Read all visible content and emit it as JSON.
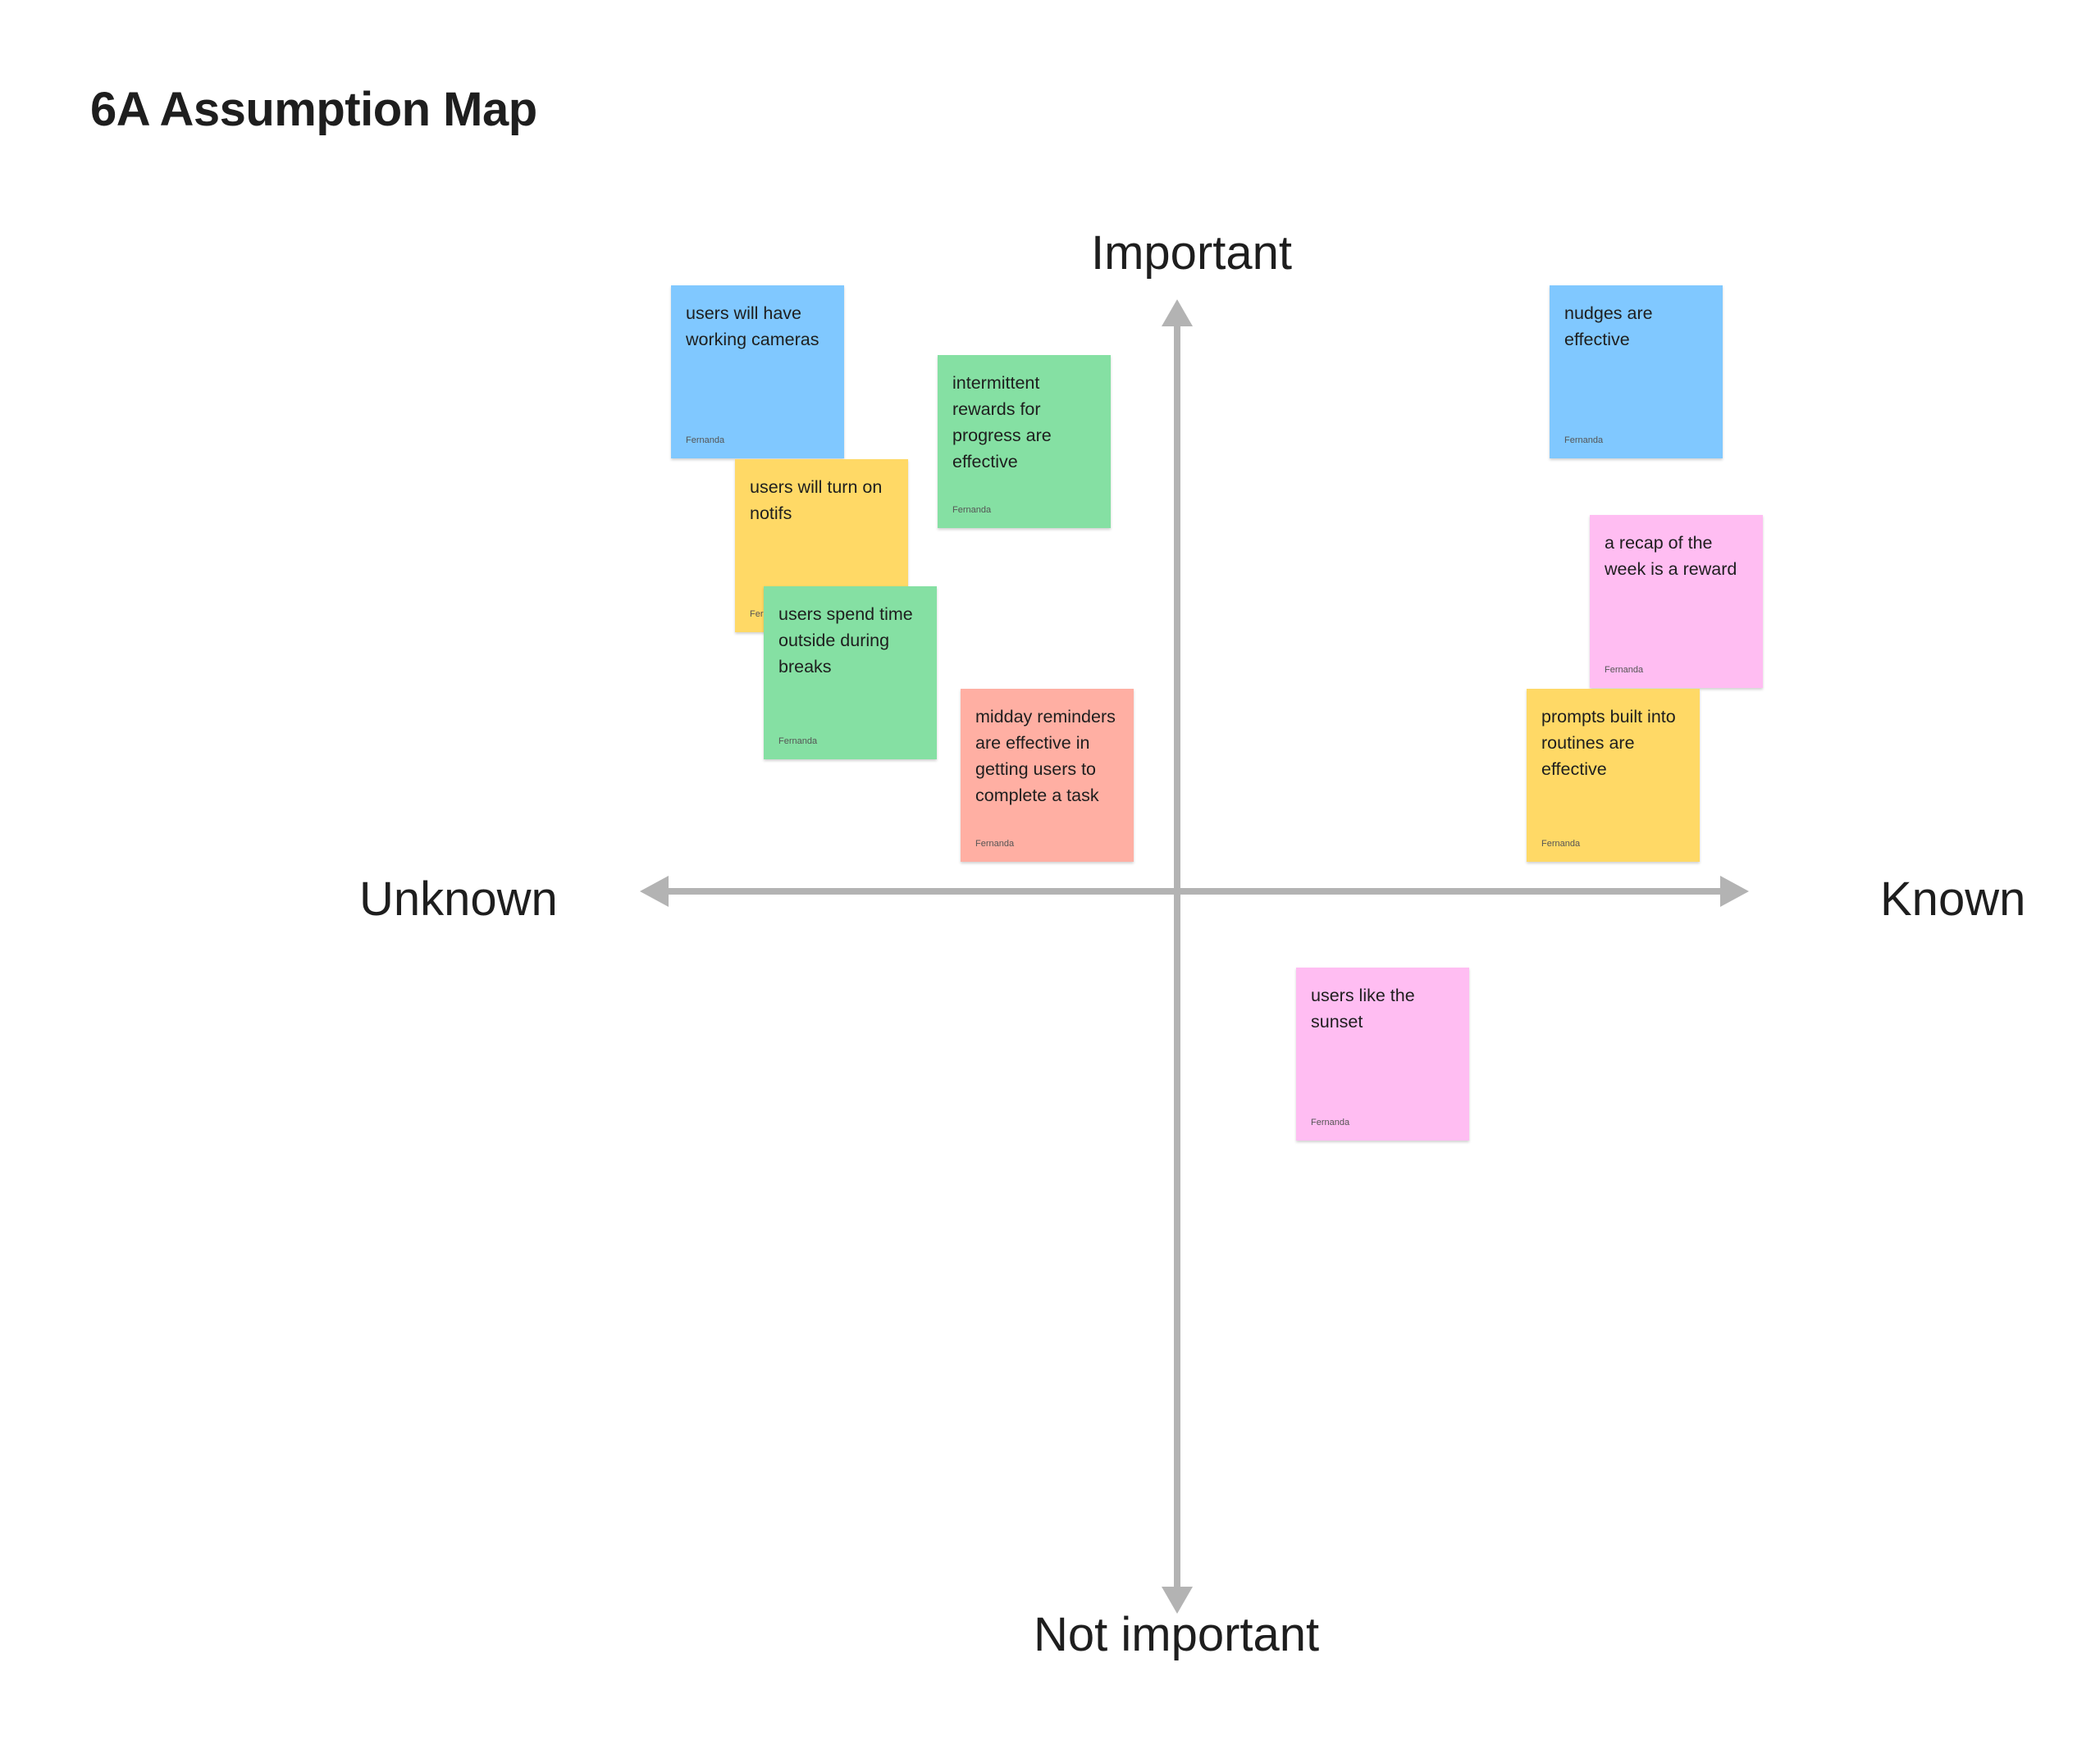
{
  "board": {
    "title": "6A Assumption Map"
  },
  "axes": {
    "top_label": "Important",
    "bottom_label": "Not important",
    "left_label": "Unknown",
    "right_label": "Known",
    "color": "#b3b3b3"
  },
  "colors": {
    "blue": "#80c8ff",
    "green": "#85e0a3",
    "yellow": "#ffd966",
    "salmon": "#ffafa3",
    "pink": "#ffbdf2"
  },
  "stickies": [
    {
      "text": "users will have working cameras",
      "author": "Fernanda",
      "color": "blue"
    },
    {
      "text": "intermittent rewards for progress are effective",
      "author": "Fernanda",
      "color": "green"
    },
    {
      "text": "users will turn on notifs",
      "author": "Fernanda",
      "color": "yellow"
    },
    {
      "text": "users spend time outside during breaks",
      "author": "Fernanda",
      "color": "green"
    },
    {
      "text": "midday reminders are effective in getting users to complete a task",
      "author": "Fernanda",
      "color": "salmon"
    },
    {
      "text": "nudges are effective",
      "author": "Fernanda",
      "color": "blue"
    },
    {
      "text": "a recap of the week is a reward",
      "author": "Fernanda",
      "color": "pink"
    },
    {
      "text": "prompts built into routines are effective",
      "author": "Fernanda",
      "color": "yellow"
    },
    {
      "text": "users like the sunset",
      "author": "Fernanda",
      "color": "pink"
    }
  ]
}
